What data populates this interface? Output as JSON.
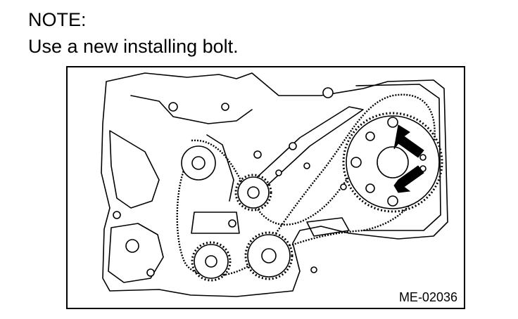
{
  "note": {
    "heading": "NOTE:",
    "text": "Use a new installing bolt."
  },
  "figure": {
    "code": "ME-02036",
    "line_color": "#000000",
    "fill_color": "#ffffff",
    "subject": "engine timing chain assembly with sprockets and chain tensioner",
    "arrow_icons": [
      "arrow-down-left-icon",
      "arrow-up-left-icon"
    ]
  }
}
